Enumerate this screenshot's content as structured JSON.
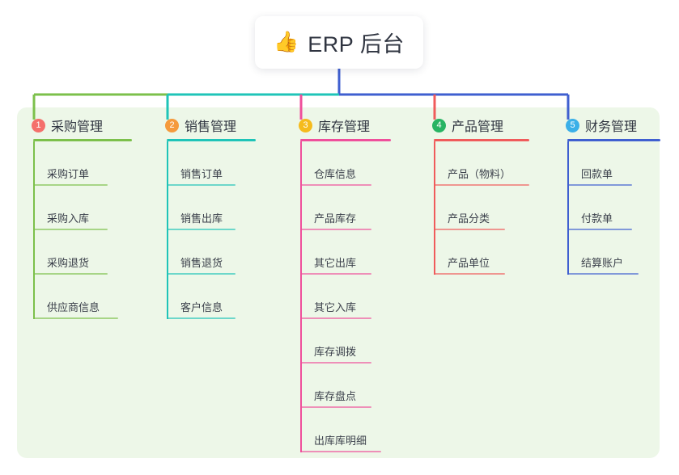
{
  "diagram": {
    "type": "tree-mindmap",
    "root": {
      "emoji": "👍",
      "emoji_name": "thumbs-up-icon",
      "title": "ERP 后台"
    },
    "panel_color": "#edf7e8",
    "branches": [
      {
        "index": "1",
        "title": "采购管理",
        "color": "#7cc04b",
        "badge_color": "#f4706b",
        "head_rule_width": 122,
        "items": [
          {
            "label": "采购订单",
            "rule_width": 92
          },
          {
            "label": "采购入库",
            "rule_width": 92
          },
          {
            "label": "采购退货",
            "rule_width": 92
          },
          {
            "label": "供应商信息",
            "rule_width": 105
          }
        ]
      },
      {
        "index": "2",
        "title": "销售管理",
        "color": "#1fc4b8",
        "badge_color": "#f59a3c",
        "head_rule_width": 110,
        "items": [
          {
            "label": "销售订单",
            "rule_width": 85
          },
          {
            "label": "销售出库",
            "rule_width": 85
          },
          {
            "label": "销售退货",
            "rule_width": 85
          },
          {
            "label": "客户信息",
            "rule_width": 85
          }
        ]
      },
      {
        "index": "3",
        "title": "库存管理",
        "color": "#ef4f9b",
        "badge_color": "#f5bb1d",
        "head_rule_width": 112,
        "items": [
          {
            "label": "仓库信息",
            "rule_width": 88
          },
          {
            "label": "产品库存",
            "rule_width": 88
          },
          {
            "label": "其它出库",
            "rule_width": 88
          },
          {
            "label": "其它入库",
            "rule_width": 88
          },
          {
            "label": "库存调拨",
            "rule_width": 88
          },
          {
            "label": "库存盘点",
            "rule_width": 88
          },
          {
            "label": "出库库明细",
            "rule_width": 100
          }
        ]
      },
      {
        "index": "4",
        "title": "产品管理",
        "color": "#f05b5b",
        "badge_color": "#28b463",
        "head_rule_width": 118,
        "items": [
          {
            "label": "产品（物料）",
            "rule_width": 118
          },
          {
            "label": "产品分类",
            "rule_width": 88
          },
          {
            "label": "产品单位",
            "rule_width": 88
          }
        ]
      },
      {
        "index": "5",
        "title": "财务管理",
        "color": "#3f5fd0",
        "badge_color": "#3bb0e8",
        "head_rule_width": 115,
        "items": [
          {
            "label": "回款单",
            "rule_width": 80
          },
          {
            "label": "付款单",
            "rule_width": 80
          },
          {
            "label": "结算账户",
            "rule_width": 88
          }
        ]
      }
    ]
  }
}
